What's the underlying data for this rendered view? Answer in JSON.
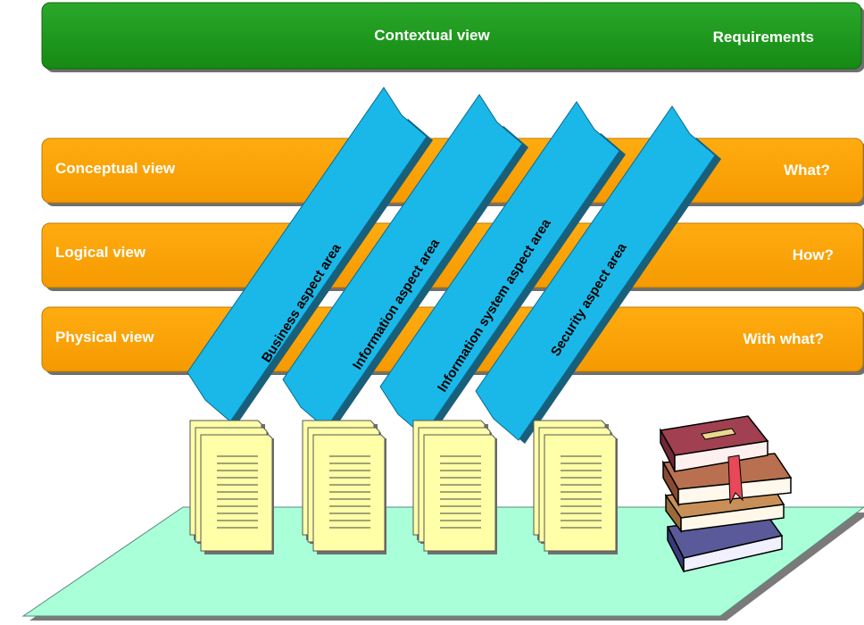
{
  "header": {
    "title": "Contextual view",
    "right_label": "Requirements",
    "color": "#1e9b1a"
  },
  "rows": [
    {
      "name": "Conceptual view",
      "question": "What?"
    },
    {
      "name": "Logical view",
      "question": "How?"
    },
    {
      "name": "Physical view",
      "question": "With what?"
    }
  ],
  "row_color": "#ffa500",
  "aspects": [
    {
      "label": "Business  aspect  area"
    },
    {
      "label": "Information  aspect  area"
    },
    {
      "label": "Information system aspect  area"
    },
    {
      "label": "Security aspect area"
    }
  ],
  "aspect_color": "#1ab8e8",
  "platform_color": "#a8ffd8",
  "icons": {
    "documents": "document-stack-icon",
    "books": "book-stack-icon"
  }
}
